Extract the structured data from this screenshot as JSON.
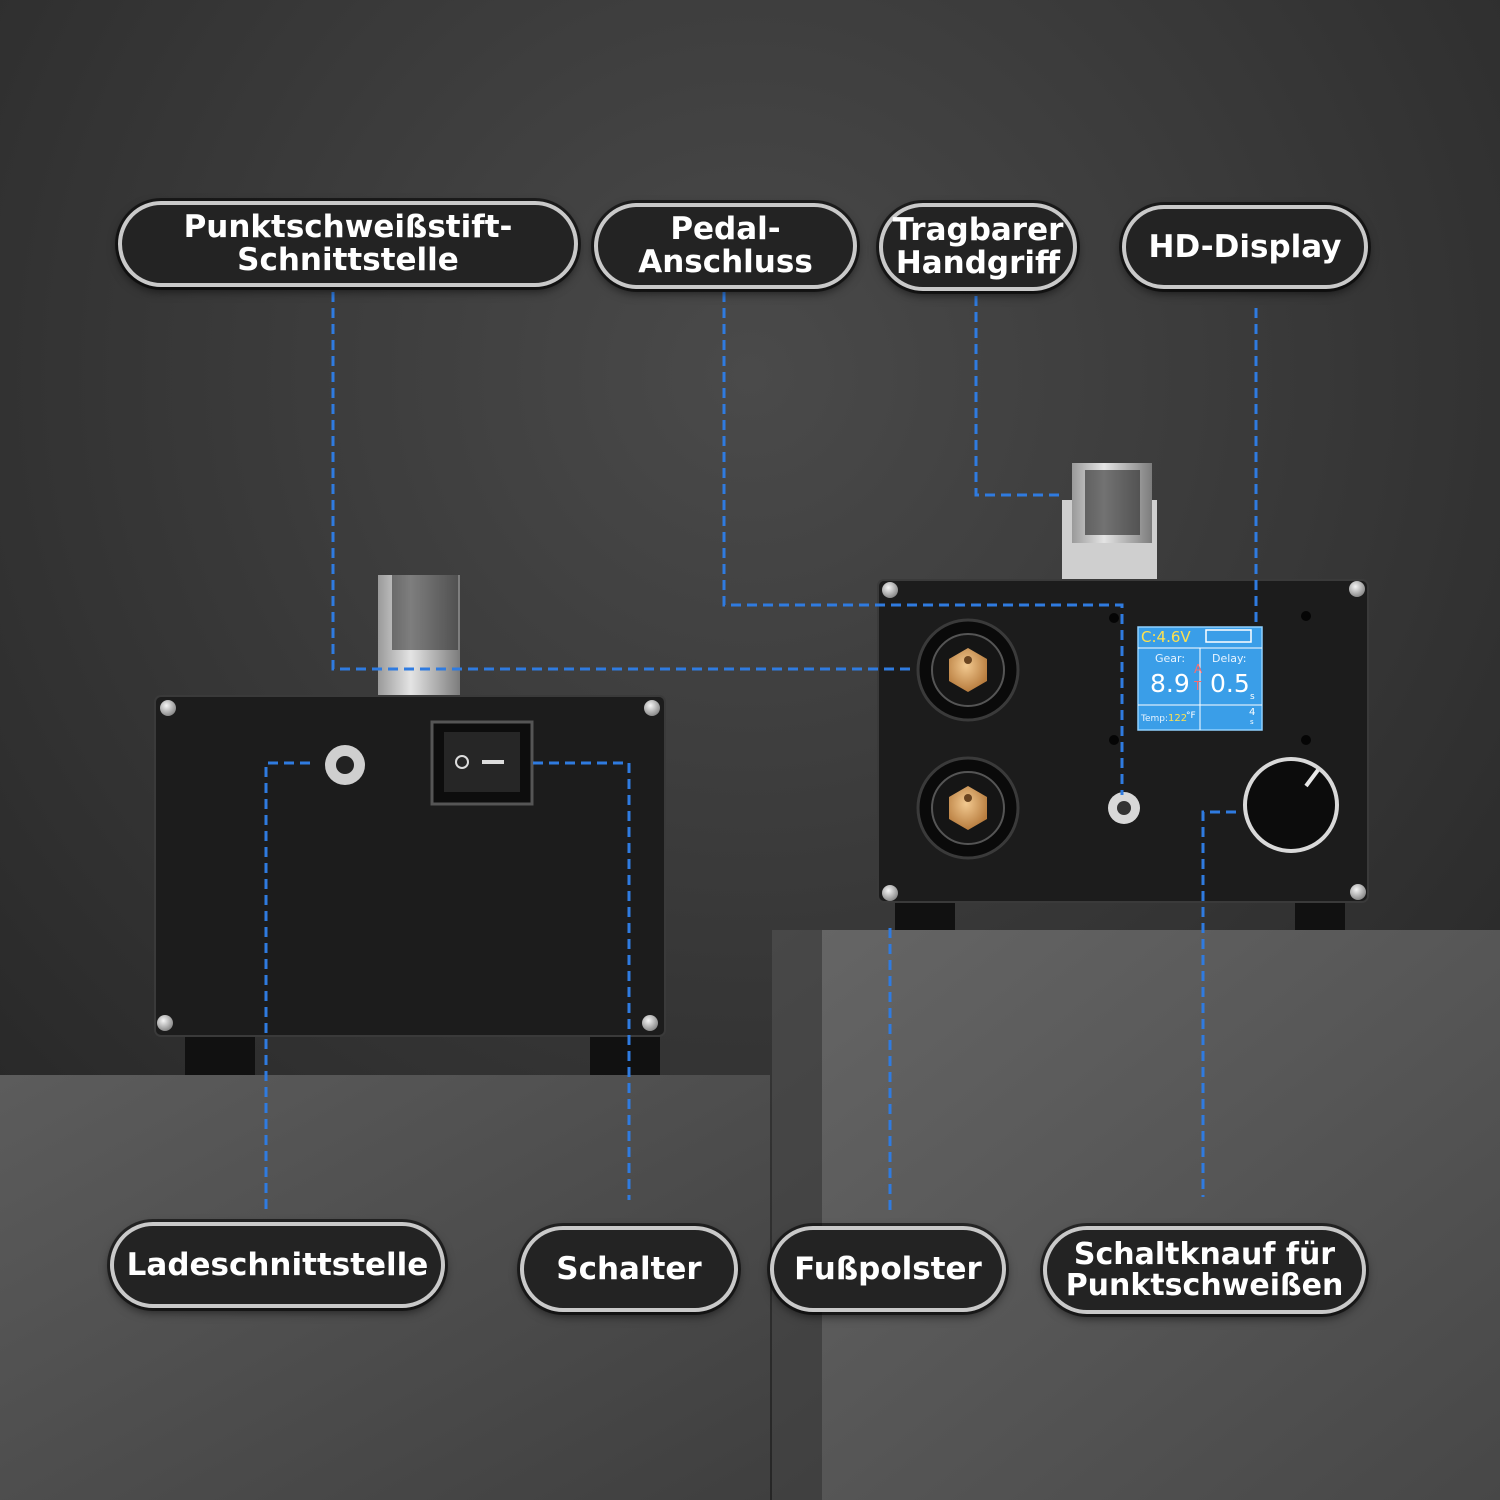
{
  "labels": {
    "pen_interface": "Punktschweißstift-\nSchnittstelle",
    "pedal_port": "Pedal-\nAnschluss",
    "handle": "Tragbarer\nHandgriff",
    "display": "HD-Display",
    "charging_port": "Ladeschnittstelle",
    "switch": "Schalter",
    "foot_pad": "Fußpolster",
    "knob": "Schaltknauf für\nPunktschweißen"
  },
  "lcd": {
    "voltage": "C:4.6V",
    "gear_label": "Gear:",
    "delay_label": "Delay:",
    "gear_value": "8.9",
    "delay_value": "0.5",
    "delay_unit": "s",
    "mode_a": "A",
    "mode_t": "T",
    "temp_label": "Temp:",
    "temp_value": "122",
    "temp_unit": "°F",
    "count_value": "4",
    "count_unit": "s"
  },
  "colors": {
    "leader_line": "#2f7be0",
    "lcd_background": "#3a9ee8",
    "lcd_accent": "#ffe14d",
    "pill_border": "#c9c9c9",
    "device_body": "#1c1c1c"
  }
}
